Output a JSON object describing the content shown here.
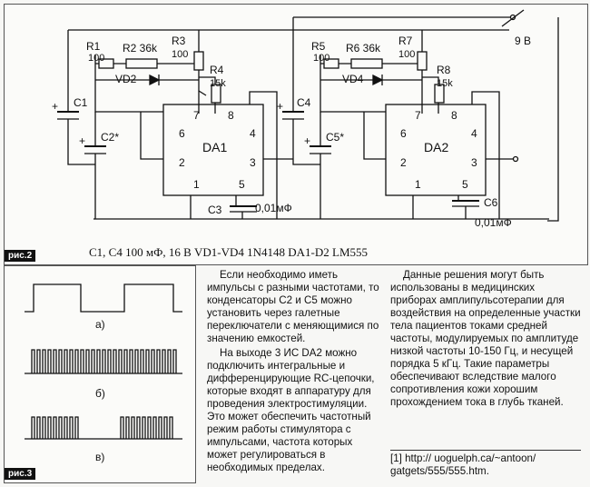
{
  "fig2": {
    "tag": "рис.2",
    "parts_list": "C1, C4 100 мФ, 16 В    VD1-VD4   1N4148     DA1-D2  LM555",
    "labels": {
      "r1": "R1",
      "r1v": "100",
      "r2": "R2 36k",
      "vd2": "VD2",
      "r3": "R3",
      "r3v": "100",
      "r4": "R4",
      "r4v": "15k",
      "c1": "C1",
      "c2": "C2*",
      "da1": "DA1",
      "p7a": "7",
      "p8a": "8",
      "p6a": "6",
      "p4a": "4",
      "p2a": "2",
      "p3a": "3",
      "p1a": "1",
      "p5a": "5",
      "c3": "C3",
      "c3v": "0,01мФ",
      "r5": "R5",
      "r5v": "100",
      "r6": "R6 36k",
      "vd4": "VD4",
      "r7": "R7",
      "r7v": "100",
      "r8": "R8",
      "r8v": "15k",
      "c4": "C4",
      "c5": "C5*",
      "da2": "DA2",
      "p7b": "7",
      "p8b": "8",
      "p6b": "6",
      "p4b": "4",
      "p2b": "2",
      "p3b": "3",
      "p1b": "1",
      "p5b": "5",
      "c6": "C6",
      "c6v": "0,01мФ",
      "v9": "9 В",
      "plus1": "+",
      "plus2": "+",
      "plus4": "+",
      "plus5": "+"
    }
  },
  "fig3": {
    "tag": "рис.3",
    "wave_a": "а)",
    "wave_b": "б)",
    "wave_c": "в)"
  },
  "article": {
    "col1": [
      "Если необходимо иметь импульсы с разными частотами, то конденсаторы С2 и С5 можно установить через галетные переключатели с меняющимися по значению емкостей.",
      "На выходе 3 ИС DA2 можно подключить интегральные и дифференцирующие RC-цепочки, которые входят в аппаратуру для проведения электростимуляции. Это может обеспечить частотный режим работы стимулятора с импульсами, частота которых может регулироваться в необходимых пределах."
    ],
    "col2": [
      "Данные решения могут быть использованы в медицинских приборах амплипульсотерапии для воздействия на определенные участки тела пациентов токами средней частоты, модулируемых по амплитуде низкой частоты 10-150 Гц, и несущей порядка 5 кГц. Такие параметры обеспечивают вследствие малого сопротивления кожи хорошим прохождением тока в глубь тканей."
    ],
    "reference": "[1] http:// uoguelph.ca/~antoon/ gatgets/555/555.htm."
  }
}
